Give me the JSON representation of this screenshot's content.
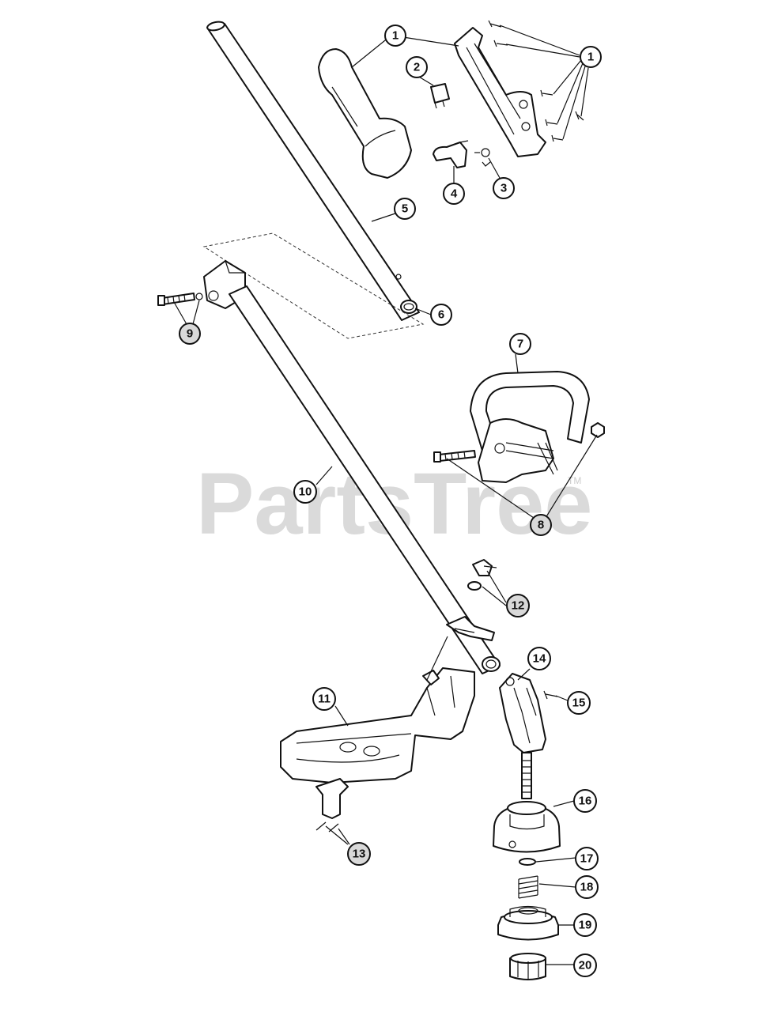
{
  "watermark": {
    "text": "PartsTree",
    "trademark": "TM"
  },
  "callouts": [
    {
      "id": "c1a",
      "label": "1"
    },
    {
      "id": "c1b",
      "label": "1"
    },
    {
      "id": "c2",
      "label": "2"
    },
    {
      "id": "c3",
      "label": "3"
    },
    {
      "id": "c4",
      "label": "4"
    },
    {
      "id": "c5",
      "label": "5"
    },
    {
      "id": "c6",
      "label": "6"
    },
    {
      "id": "c7",
      "label": "7"
    },
    {
      "id": "c8",
      "label": "8"
    },
    {
      "id": "c9",
      "label": "9"
    },
    {
      "id": "c10",
      "label": "10"
    },
    {
      "id": "c11",
      "label": "11"
    },
    {
      "id": "c12",
      "label": "12"
    },
    {
      "id": "c13",
      "label": "13"
    },
    {
      "id": "c14",
      "label": "14"
    },
    {
      "id": "c15",
      "label": "15"
    },
    {
      "id": "c16",
      "label": "16"
    },
    {
      "id": "c17",
      "label": "17"
    },
    {
      "id": "c18",
      "label": "18"
    },
    {
      "id": "c19",
      "label": "19"
    },
    {
      "id": "c20",
      "label": "20"
    }
  ],
  "colors": {
    "line": "#111111",
    "watermark": "#d4d4d4",
    "highlight": "#d9d9d9"
  }
}
